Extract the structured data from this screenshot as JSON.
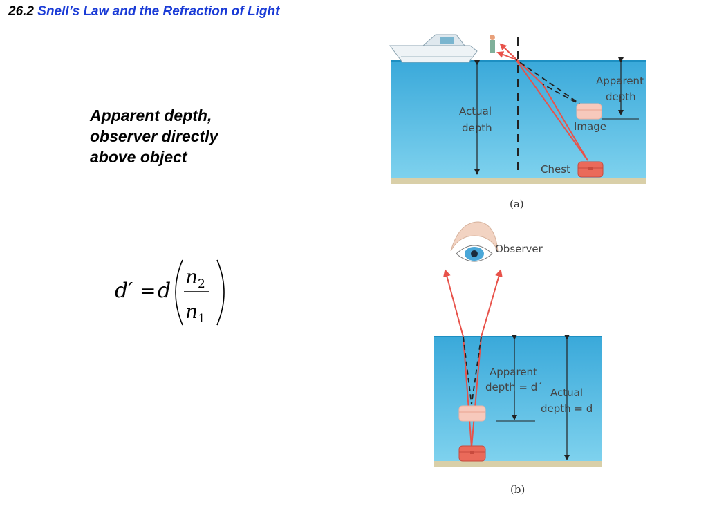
{
  "title": {
    "number": "26.2",
    "text": "Snell’s Law and the Refraction of Light"
  },
  "subtitle": {
    "lines": [
      "Apparent depth,",
      "observer directly",
      "above object"
    ]
  },
  "formula": {
    "lhs": "d′",
    "eq": "=",
    "d": "d",
    "num": "n",
    "num_sub": "2",
    "den": "n",
    "den_sub": "1"
  },
  "figure_a": {
    "apparent_depth": [
      "Apparent",
      "depth"
    ],
    "actual_depth": [
      "Actual",
      "depth"
    ],
    "image": "Image",
    "chest": "Chest",
    "caption": "(a)"
  },
  "figure_b": {
    "observer": "Observer",
    "apparent_depth": [
      "Apparent",
      "depth = d´"
    ],
    "actual_depth": [
      "Actual",
      "depth = d"
    ],
    "caption": "(b)"
  },
  "colors": {
    "title_blue": "#1a3bd6",
    "water": "#3fb1dd",
    "ray": "#e8524a",
    "chest": "#e97062"
  }
}
